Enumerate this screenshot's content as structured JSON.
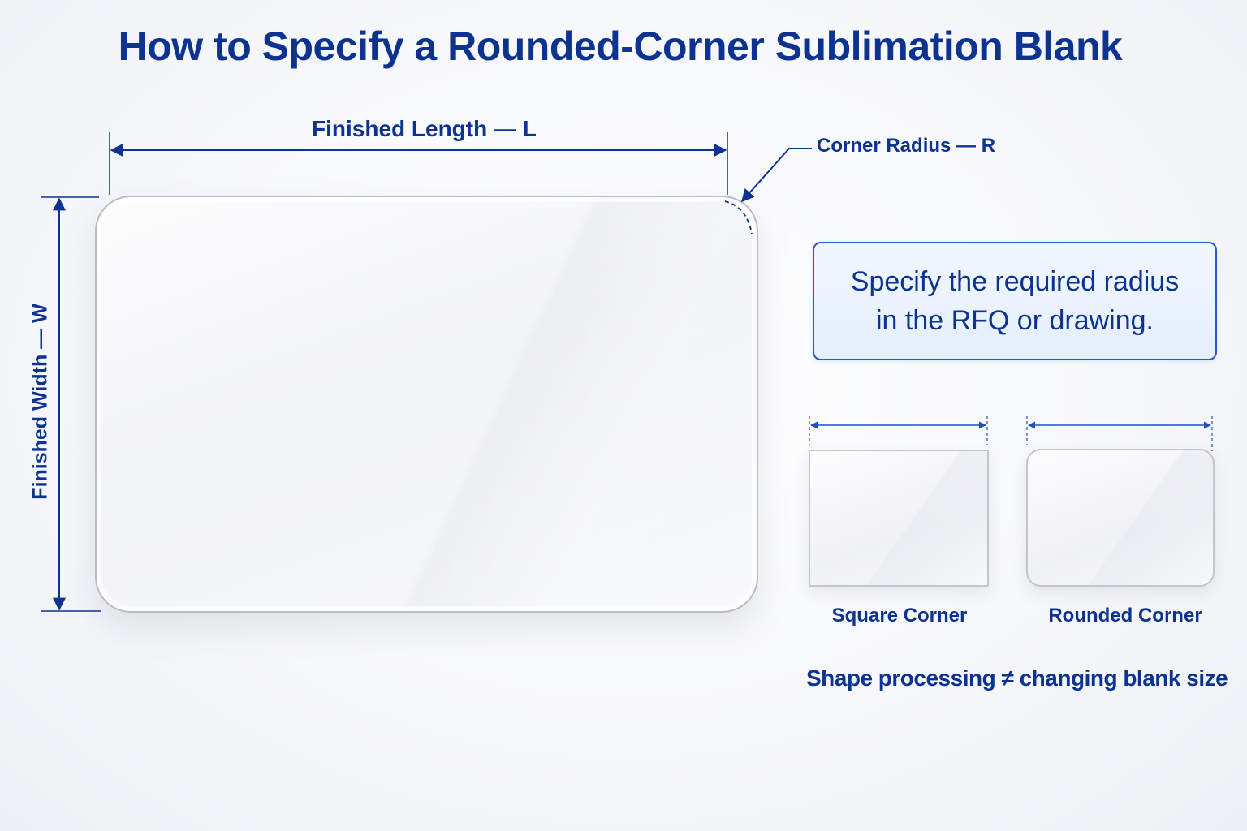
{
  "title": "How to Specify a Rounded-Corner Sublimation Blank",
  "dimensions": {
    "length_label": "Finished Length — L",
    "width_label": "Finished Width — W",
    "radius_label": "Corner Radius — R"
  },
  "note": {
    "line1": "Specify the required radius",
    "line2": "in the RFQ or drawing."
  },
  "comparison": {
    "square_caption": "Square Corner",
    "rounded_caption": "Rounded Corner"
  },
  "footnote": "Shape processing ≠ changing blank size",
  "colors": {
    "accent": "#0d3391",
    "note_border": "#2c59c9",
    "note_fill": "#e8f1fd",
    "blank_edge": "#b9bcc3"
  }
}
